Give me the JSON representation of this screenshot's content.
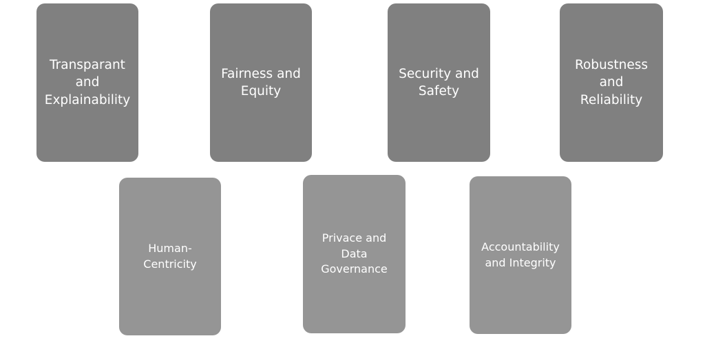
{
  "diagram": {
    "colors": {
      "top_row": "#808080",
      "bottom_row": "#959595",
      "text": "#ffffff",
      "background": "#ffffff"
    },
    "top_row": [
      {
        "label": "Transparant\nand\nExplainability"
      },
      {
        "label": "Fairness and\nEquity"
      },
      {
        "label": "Security and\nSafety"
      },
      {
        "label": "Robustness\nand\nReliability"
      }
    ],
    "bottom_row": [
      {
        "label": "Human-\nCentricity"
      },
      {
        "label": "Privace and\nData\nGovernance"
      },
      {
        "label": "Accountability\nand Integrity"
      }
    ]
  }
}
